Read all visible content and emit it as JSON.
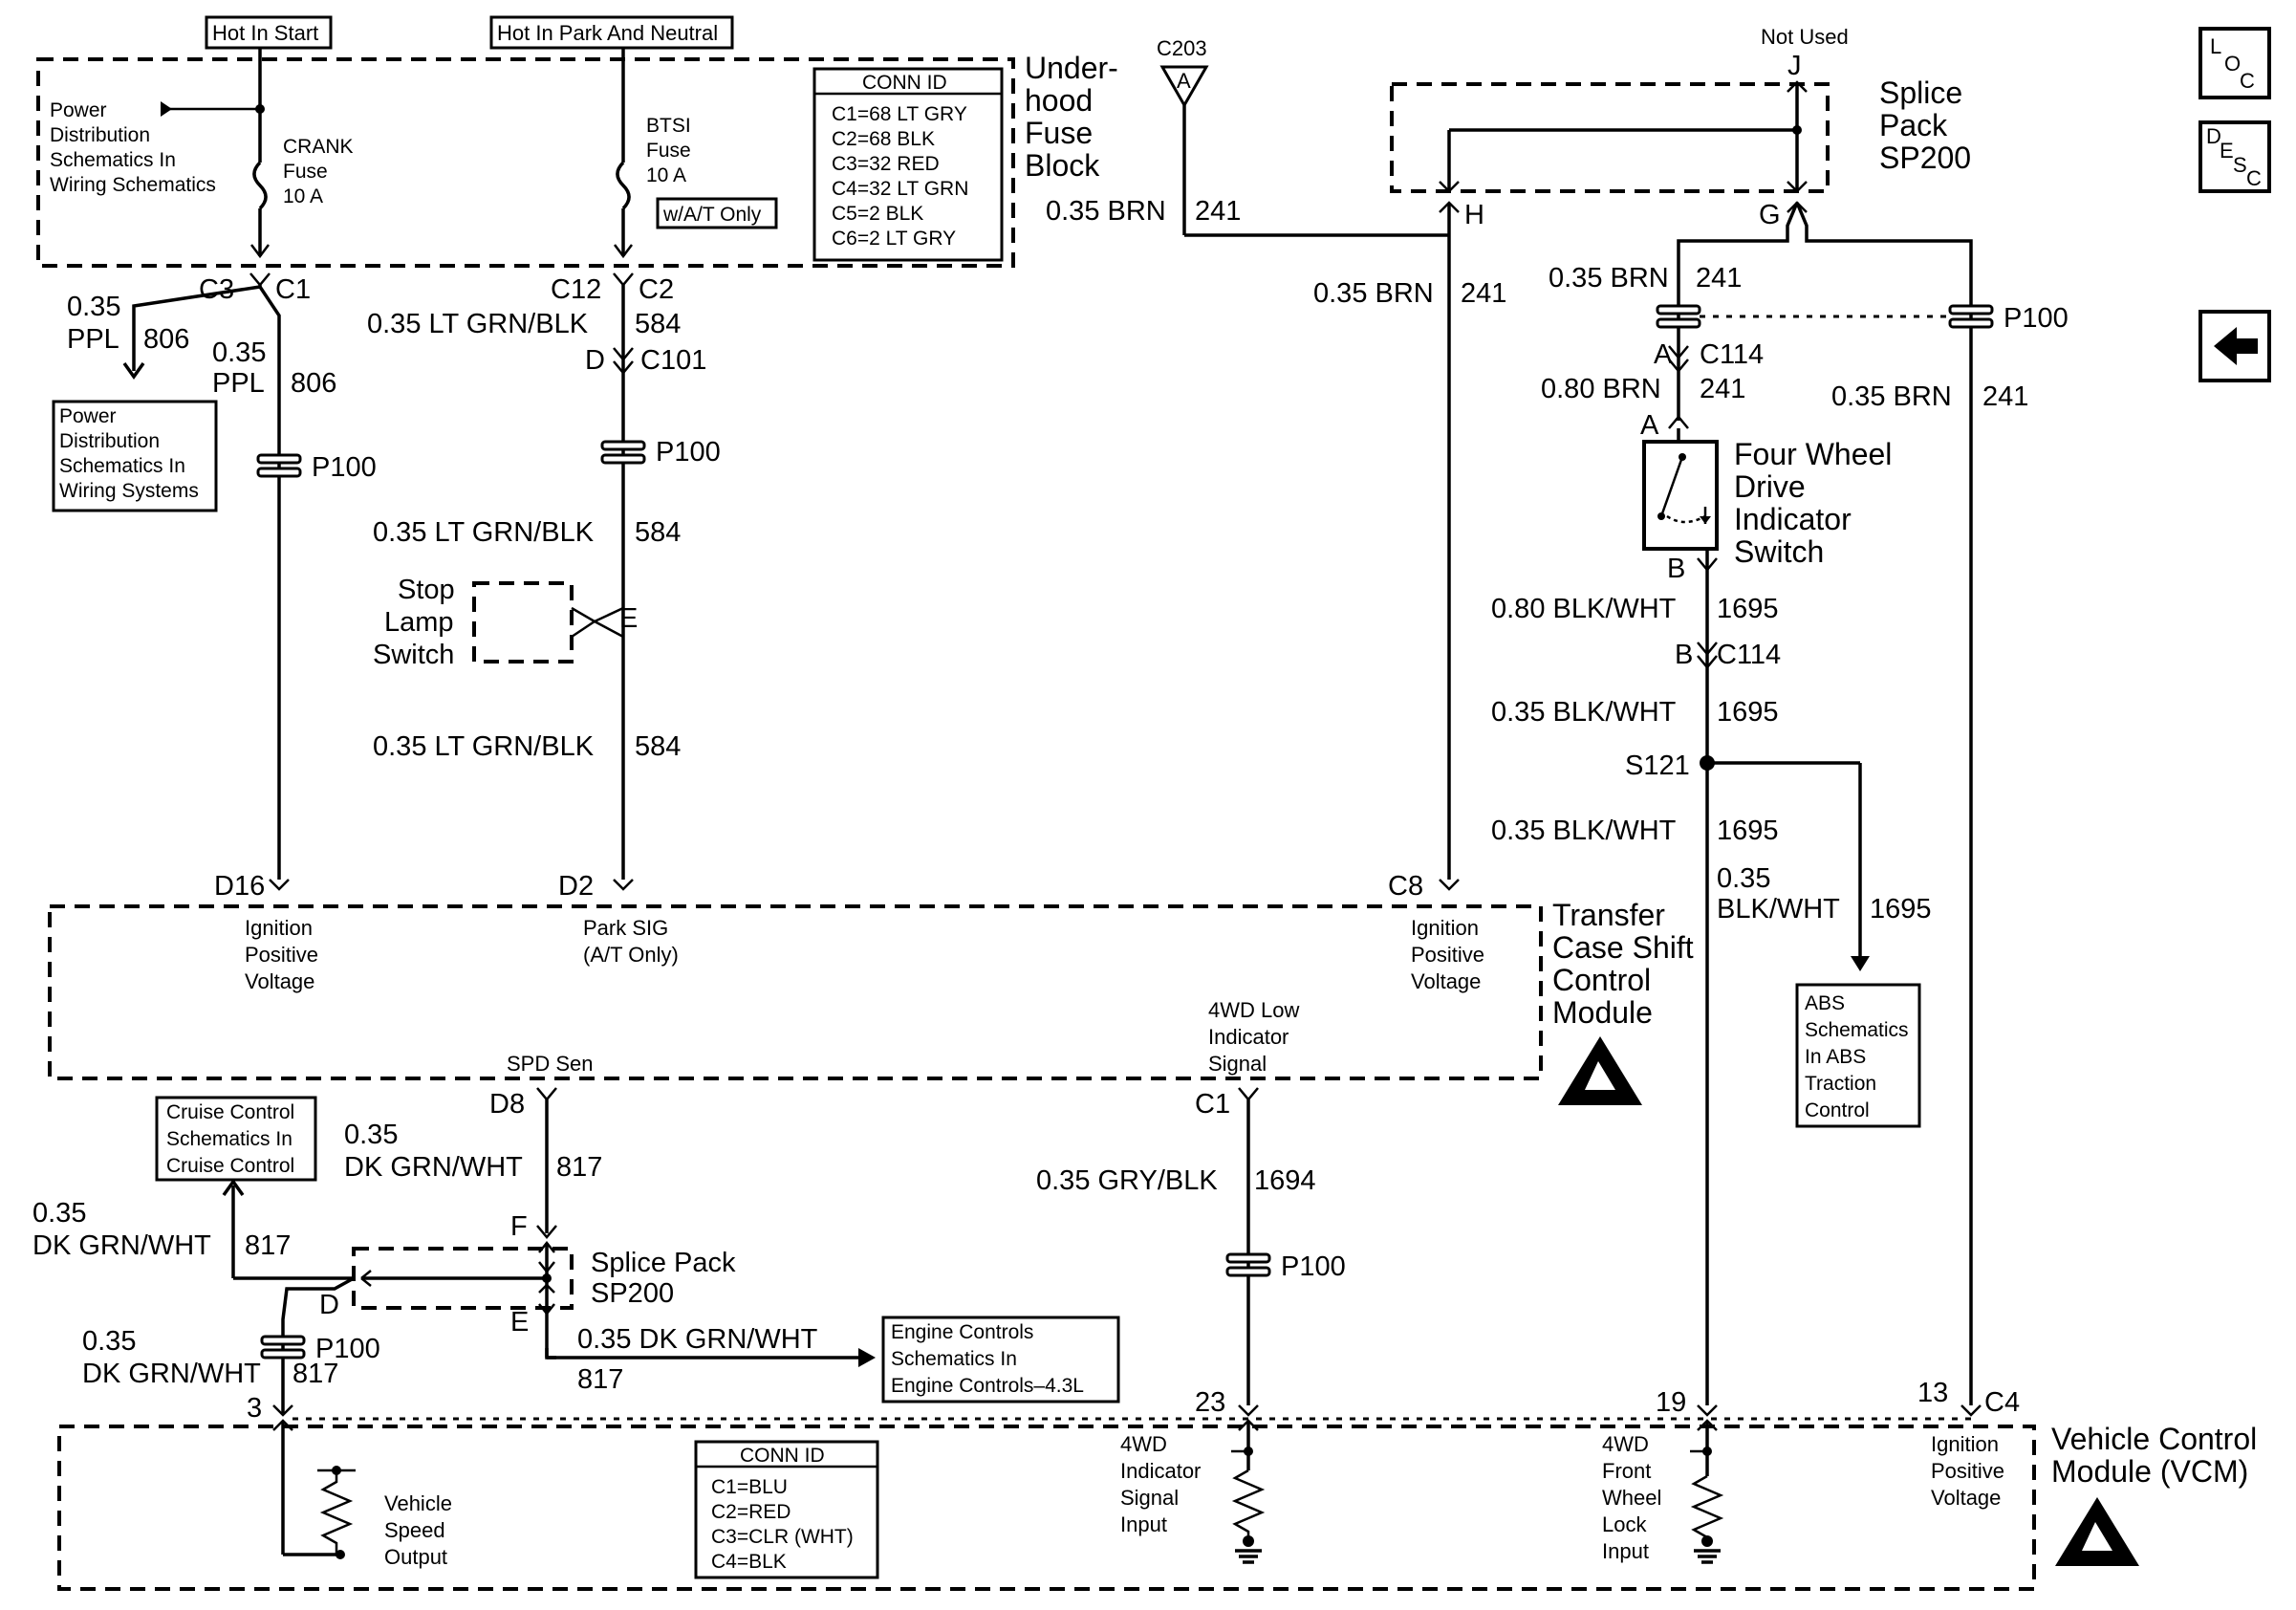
{
  "fuse_block": {
    "hot_start": "Hot In Start",
    "hot_park": "Hot In Park And Neutral",
    "title": [
      "Under-",
      "hood",
      "Fuse",
      "Block"
    ],
    "power_dist_note": [
      "Power",
      "Distribution",
      "Schematics In",
      "Wiring Schematics"
    ],
    "crank_fuse": [
      "CRANK",
      "Fuse",
      "10 A"
    ],
    "btsi_fuse": [
      "BTSI",
      "Fuse",
      "10 A"
    ],
    "wat_only": "w/A/T Only",
    "conn_id_title": "CONN ID",
    "conn_ids": [
      "C1=68 LT GRY",
      "C2=68 BLK",
      "C3=32 RED",
      "C4=32 LT GRN",
      "C5=2 BLK",
      "C6=2 LT GRY"
    ],
    "c3": "C3",
    "c1": "C1",
    "c12": "C12",
    "c2": "C2"
  },
  "left_branch": {
    "w806a_size": "0.35",
    "w806a_color": "PPL",
    "w806a_circuit": "806",
    "w806b_size": "0.35",
    "w806b_color": "PPL",
    "w806b_circuit": "806",
    "power_box": [
      "Power",
      "Distribution",
      "Schematics In",
      "Wiring Systems"
    ],
    "p100": "P100"
  },
  "park_branch": {
    "w584a": "0.35 LT GRN/BLK",
    "w584a_circuit": "584",
    "c101_pin": "D",
    "c101": "C101",
    "p100": "P100",
    "w584b": "0.35 LT GRN/BLK",
    "w584b_circuit": "584",
    "stop_lamp": [
      "Stop",
      "Lamp",
      "Switch"
    ],
    "stop_pin": "E",
    "w584c": "0.35 LT GRN/BLK",
    "w584c_circuit": "584"
  },
  "c203": {
    "name": "C203",
    "pin": "A"
  },
  "splice_top": {
    "not_used": "Not Used",
    "pin_j": "J",
    "pin_h": "H",
    "pin_g": "G",
    "title": [
      "Splice",
      "Pack",
      "SP200"
    ],
    "w241a": "0.35 BRN",
    "w241a_circuit": "241",
    "w241b": "0.35 BRN",
    "w241b_circuit": "241",
    "w241c": "0.35 BRN",
    "w241c_circuit": "241",
    "p100": "P100",
    "c114_pin_a": "A",
    "c114": "C114",
    "w241d": "0.80 BRN",
    "w241d_circuit": "241",
    "w241e": "0.35 BRN",
    "w241e_circuit": "241"
  },
  "switch4wd": {
    "pin_a": "A",
    "pin_b": "B",
    "title": [
      "Four Wheel",
      "Drive",
      "Indicator",
      "Switch"
    ],
    "w1695a": "0.80 BLK/WHT",
    "w1695a_circuit": "1695",
    "c114_pin_b": "B",
    "c114": "C114",
    "w1695b": "0.35 BLK/WHT",
    "w1695b_circuit": "1695",
    "s121": "S121",
    "w1695c": "0.35 BLK/WHT",
    "w1695c_circuit": "1695",
    "w1695d_size": "0.35",
    "w1695d_color": "BLK/WHT",
    "w1695d_circuit": "1695",
    "abs_box": [
      "ABS",
      "Schematics",
      "In ABS",
      "Traction",
      "Control"
    ]
  },
  "tcsm": {
    "title": [
      "Transfer",
      "Case Shift",
      "Control",
      "Module"
    ],
    "d16": "D16",
    "d16_label": [
      "Ignition",
      "Positive",
      "Voltage"
    ],
    "d2": "D2",
    "d2_label": [
      "Park SIG",
      "(A/T Only)"
    ],
    "c8": "C8",
    "c8_label": [
      "Ignition",
      "Positive",
      "Voltage"
    ],
    "spd_sen": "SPD Sen",
    "d8": "D8",
    "lowsig": [
      "4WD Low",
      "Indicator",
      "Signal"
    ],
    "c1": "C1"
  },
  "speed_branch": {
    "cruise_box": [
      "Cruise Control",
      "Schematics In",
      "Cruise Control"
    ],
    "w817a_size": "0.35",
    "w817a_color": "DK GRN/WHT",
    "w817a_circuit": "817",
    "w817b_size": "0.35",
    "w817b_color": "DK GRN/WHT",
    "w817b_circuit": "817",
    "pin_f": "F",
    "pin_d": "D",
    "pin_e": "E",
    "splice_title": [
      "Splice Pack",
      "SP200"
    ],
    "w817c_size": "0.35",
    "w817c_color": "DK GRN/WHT",
    "w817c_circuit": "817",
    "p100": "P100",
    "w817d": "0.35 DK GRN/WHT",
    "w817d_circuit": "817",
    "engine_box": [
      "Engine Controls",
      "Schematics In",
      "Engine Controls–4.3L"
    ]
  },
  "mid_branch": {
    "w1694": "0.35 GRY/BLK",
    "w1694_circuit": "1694",
    "p100": "P100"
  },
  "vcm": {
    "title": [
      "Vehicle Control",
      "Module (VCM)"
    ],
    "pin_3": "3",
    "pin_23": "23",
    "pin_19": "19",
    "pin_13": "13",
    "c4": "C4",
    "speed_out": [
      "Vehicle",
      "Speed",
      "Output"
    ],
    "conn_id_title": "CONN ID",
    "conn_ids": [
      "C1=BLU",
      "C2=RED",
      "C3=CLR (WHT)",
      "C4=BLK"
    ],
    "sig_input": [
      "4WD",
      "Indicator",
      "Signal",
      "Input"
    ],
    "fwl_input": [
      "4WD",
      "Front",
      "Wheel",
      "Lock",
      "Input"
    ],
    "ign_input": [
      "Ignition",
      "Positive",
      "Voltage"
    ]
  },
  "side_icons": {
    "loc": [
      "L",
      "O",
      "C"
    ],
    "desc": [
      "D",
      "E",
      "S",
      "C"
    ]
  }
}
